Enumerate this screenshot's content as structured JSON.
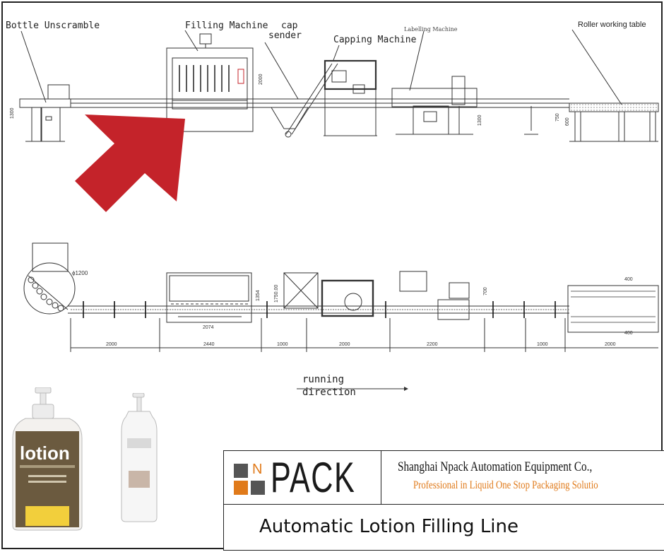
{
  "top_labels": {
    "bottle_unscramble": "Bottle Unscramble",
    "filling_machine": "Filling Machine",
    "cap_sender_1": "cap",
    "cap_sender_2": "sender",
    "capping_machine": "Capping Machine",
    "labelling_machine": "Labelling Machine",
    "roller_table": "Roller working table"
  },
  "top_dims": {
    "d1300a": "1300",
    "d2000": "2000",
    "d1300b": "1300",
    "d750": "750",
    "d600": "600"
  },
  "bottom_dims": {
    "phi1200": "ϕ1200",
    "d1354": "1354",
    "d1750": "1750.00",
    "d700": "700",
    "d2074": "2074",
    "d400a": "400",
    "d400b": "400",
    "seg1": "2000",
    "seg2": "2440",
    "seg3": "1000",
    "seg4": "2000",
    "seg5": "2200",
    "seg6": "1000",
    "seg7": "2000"
  },
  "running": {
    "line1": "running",
    "line2": "direction"
  },
  "bottle_label": {
    "brand": "lotion"
  },
  "logo": {
    "n": "N",
    "pack": "PACK",
    "company": "Shanghai Npack Automation Equipment Co.,",
    "slogan": "Professional in Liquid One Stop Packaging Solutio"
  },
  "title": "Automatic Lotion Filling Line",
  "colors": {
    "arrow": "#c4232a",
    "accent_orange": "#e07a1a",
    "ink": "#222222",
    "logo_square_dark": "#555555"
  }
}
